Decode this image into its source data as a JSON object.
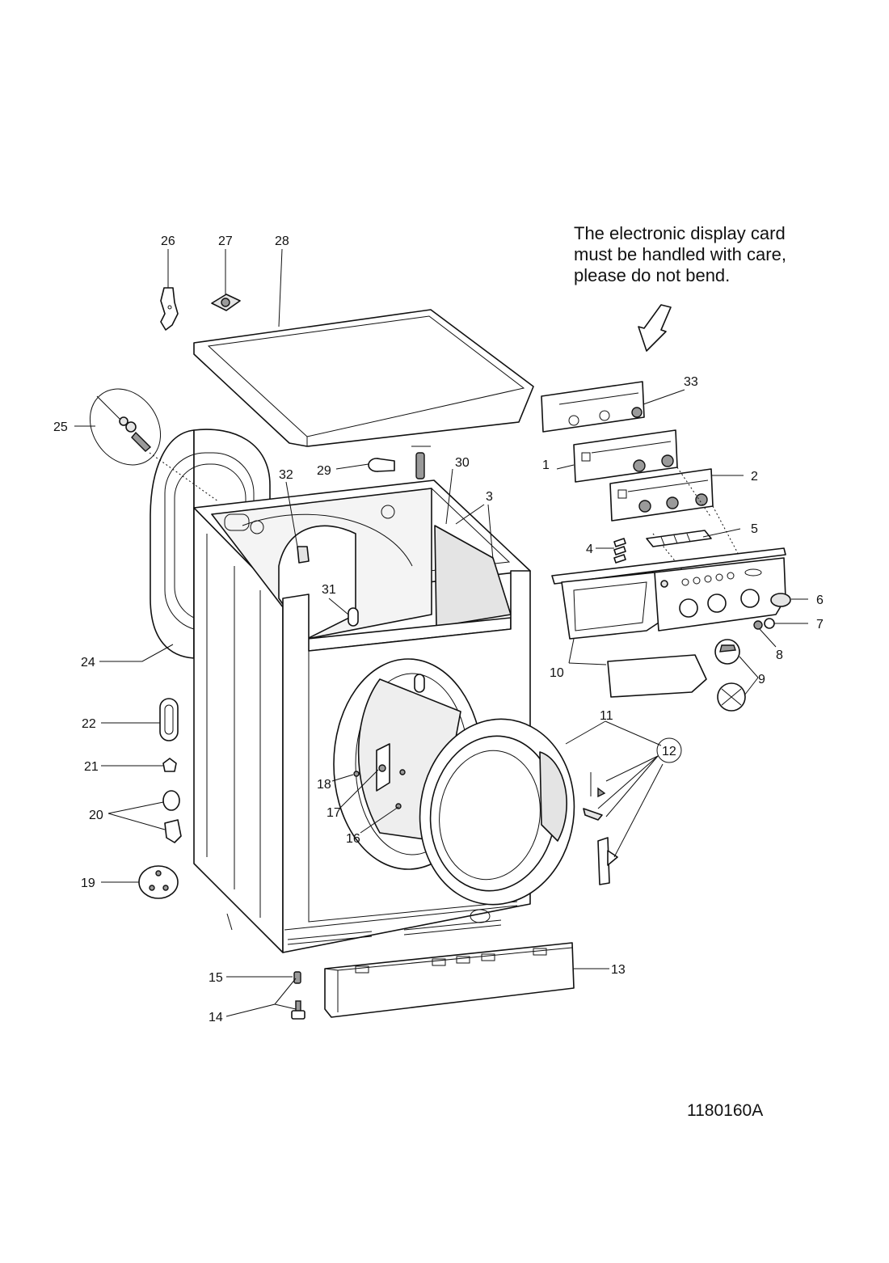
{
  "note": {
    "lines": [
      "The electronic display card",
      "must be handled with care,",
      "please do not bend."
    ]
  },
  "document_id": "1180160A",
  "callouts": [
    "1",
    "2",
    "3",
    "4",
    "5",
    "6",
    "7",
    "8",
    "9",
    "10",
    "11",
    "12",
    "13",
    "14",
    "15",
    "16",
    "17",
    "18",
    "19",
    "20",
    "21",
    "22",
    "24",
    "25",
    "26",
    "27",
    "28",
    "29",
    "30",
    "31",
    "32",
    "33"
  ]
}
